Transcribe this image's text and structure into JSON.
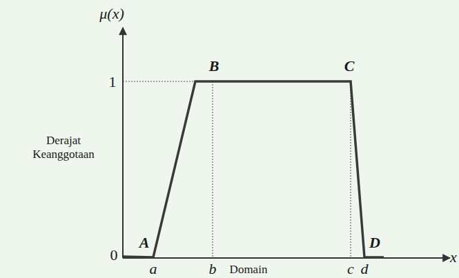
{
  "diagram": {
    "labels": [
      "μ(x)",
      "1",
      "0",
      "B",
      "C",
      "A",
      "D",
      "a",
      "b",
      "c",
      "d",
      "x",
      "Derajat Keanggotaan",
      "Domain"
    ]
  }
}
